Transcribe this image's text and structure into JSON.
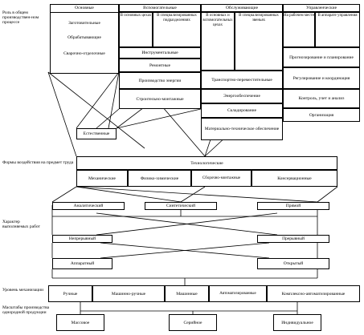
{
  "left_labels": {
    "role": "Роль в общем производствен-ном процессе",
    "forms": "Формы воздействия на предмет труда",
    "character": "Характер выполняемых работ",
    "mechanization": "Уровень механизации",
    "scale": "Масштабы производства однородной продукции"
  },
  "role": {
    "main": {
      "header": "Основные",
      "items": [
        "Заготовительные",
        "Обрабатывающие",
        "Сварочно-отделочные"
      ]
    },
    "auxiliary": {
      "header": "Вспомогательные",
      "sub_left": "В основных цехах",
      "sub_right": "В специализированных подразделениях",
      "items": [
        "Инструментальные",
        "Ремонтные",
        "Производство энергии",
        "Строительно-монтажные"
      ]
    },
    "service": {
      "header": "Обслуживающие",
      "sub_left": "В основных и вспомогательных цехах",
      "sub_right": "В специализированных звеньях",
      "items": [
        "Транспортно-переместительные",
        "Энергообеспечение",
        "Складирование",
        "Материально-техническое обеспечение"
      ]
    },
    "management": {
      "header": "Управленческие",
      "sub_left": "На рабочем месте",
      "sub_right": "В аппарате управления",
      "items": [
        "Прогнозирование и планирование",
        "Регулирование и координация",
        "Контроль, учет и анализ",
        "Организация"
      ]
    },
    "natural": "Естественные"
  },
  "forms": {
    "header": "Технологические",
    "items": [
      "Механические",
      "Физико-химические",
      "Сборочно-монтажные",
      "Консервационные"
    ]
  },
  "character": {
    "row1": [
      "Аналитический",
      "Синтетический",
      "Прямой"
    ],
    "row2": [
      "Непрерывный",
      "Прерывный"
    ],
    "row3": [
      "Аппаратный",
      "Открытый"
    ]
  },
  "mechanization": [
    "Ручные",
    "Машинно-ручные",
    "Машинные",
    "Автоматизированные",
    "Комплексно-автоматизированные"
  ],
  "scale": [
    "Массовое",
    "Серийное",
    "Индивидуальное"
  ]
}
